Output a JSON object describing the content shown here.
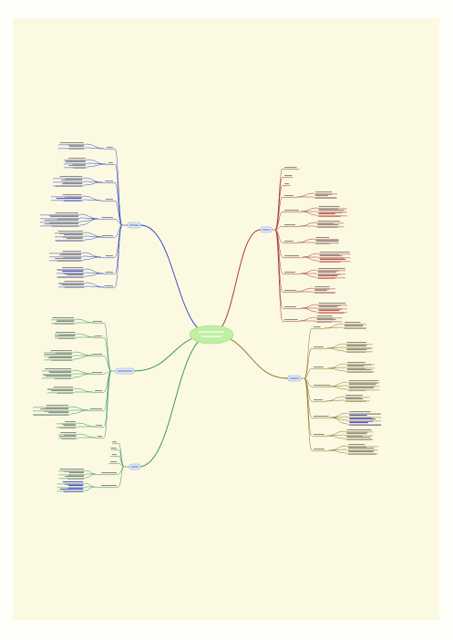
{
  "central_topic": {
    "label": "",
    "fill": "#bfeea4",
    "text_color": "#ffffff"
  },
  "colors": {
    "canvas": "#fbf9e2",
    "branch_right_top": "#a52a2a",
    "branch_right_bottom": "#8b6b1a",
    "branch_left_top": "#2d3fbf",
    "branch_left_mid": "#2e8b57",
    "branch_left_bottom": "#2e8b57",
    "topic_fill": "#dfe9fb",
    "topic_stroke": "#7a90c8",
    "text_line": "#555555",
    "highlight_text": "#1a1ac8",
    "highlight_red": "#c01818"
  },
  "branches": [
    {
      "id": "rt",
      "side": "right",
      "label": ""
    },
    {
      "id": "rb",
      "side": "right",
      "label": ""
    },
    {
      "id": "lt",
      "side": "left",
      "label": ""
    },
    {
      "id": "lm",
      "side": "left",
      "label": ""
    },
    {
      "id": "lb",
      "side": "left",
      "label": ""
    }
  ]
}
